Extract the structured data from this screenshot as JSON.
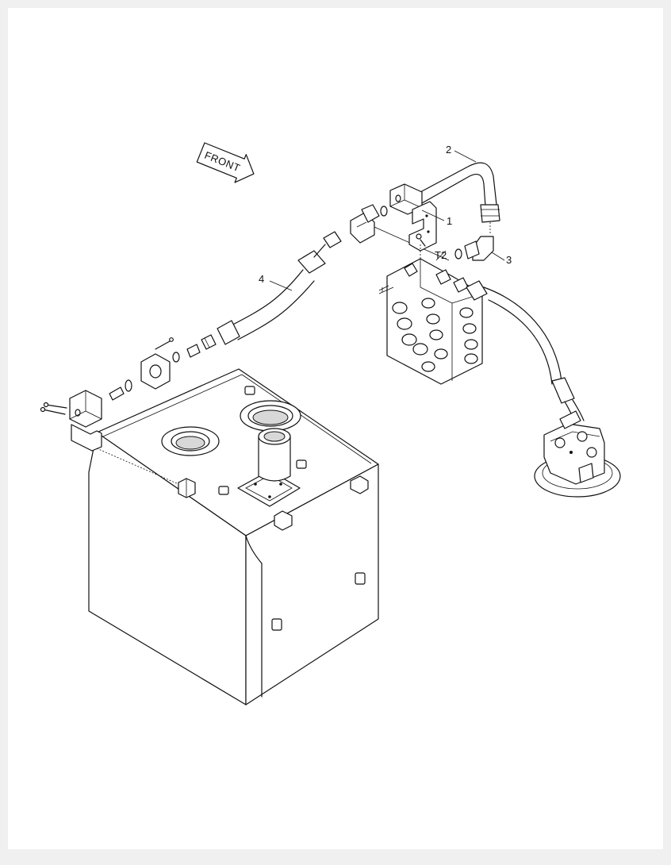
{
  "callouts": {
    "c1": "1",
    "c2": "2",
    "c3": "3",
    "c4": "4",
    "t2": "T2"
  },
  "direction_label": "FRONT",
  "colors": {
    "line": "#111111",
    "paper": "#ffffff",
    "background": "#f0f0f0"
  }
}
